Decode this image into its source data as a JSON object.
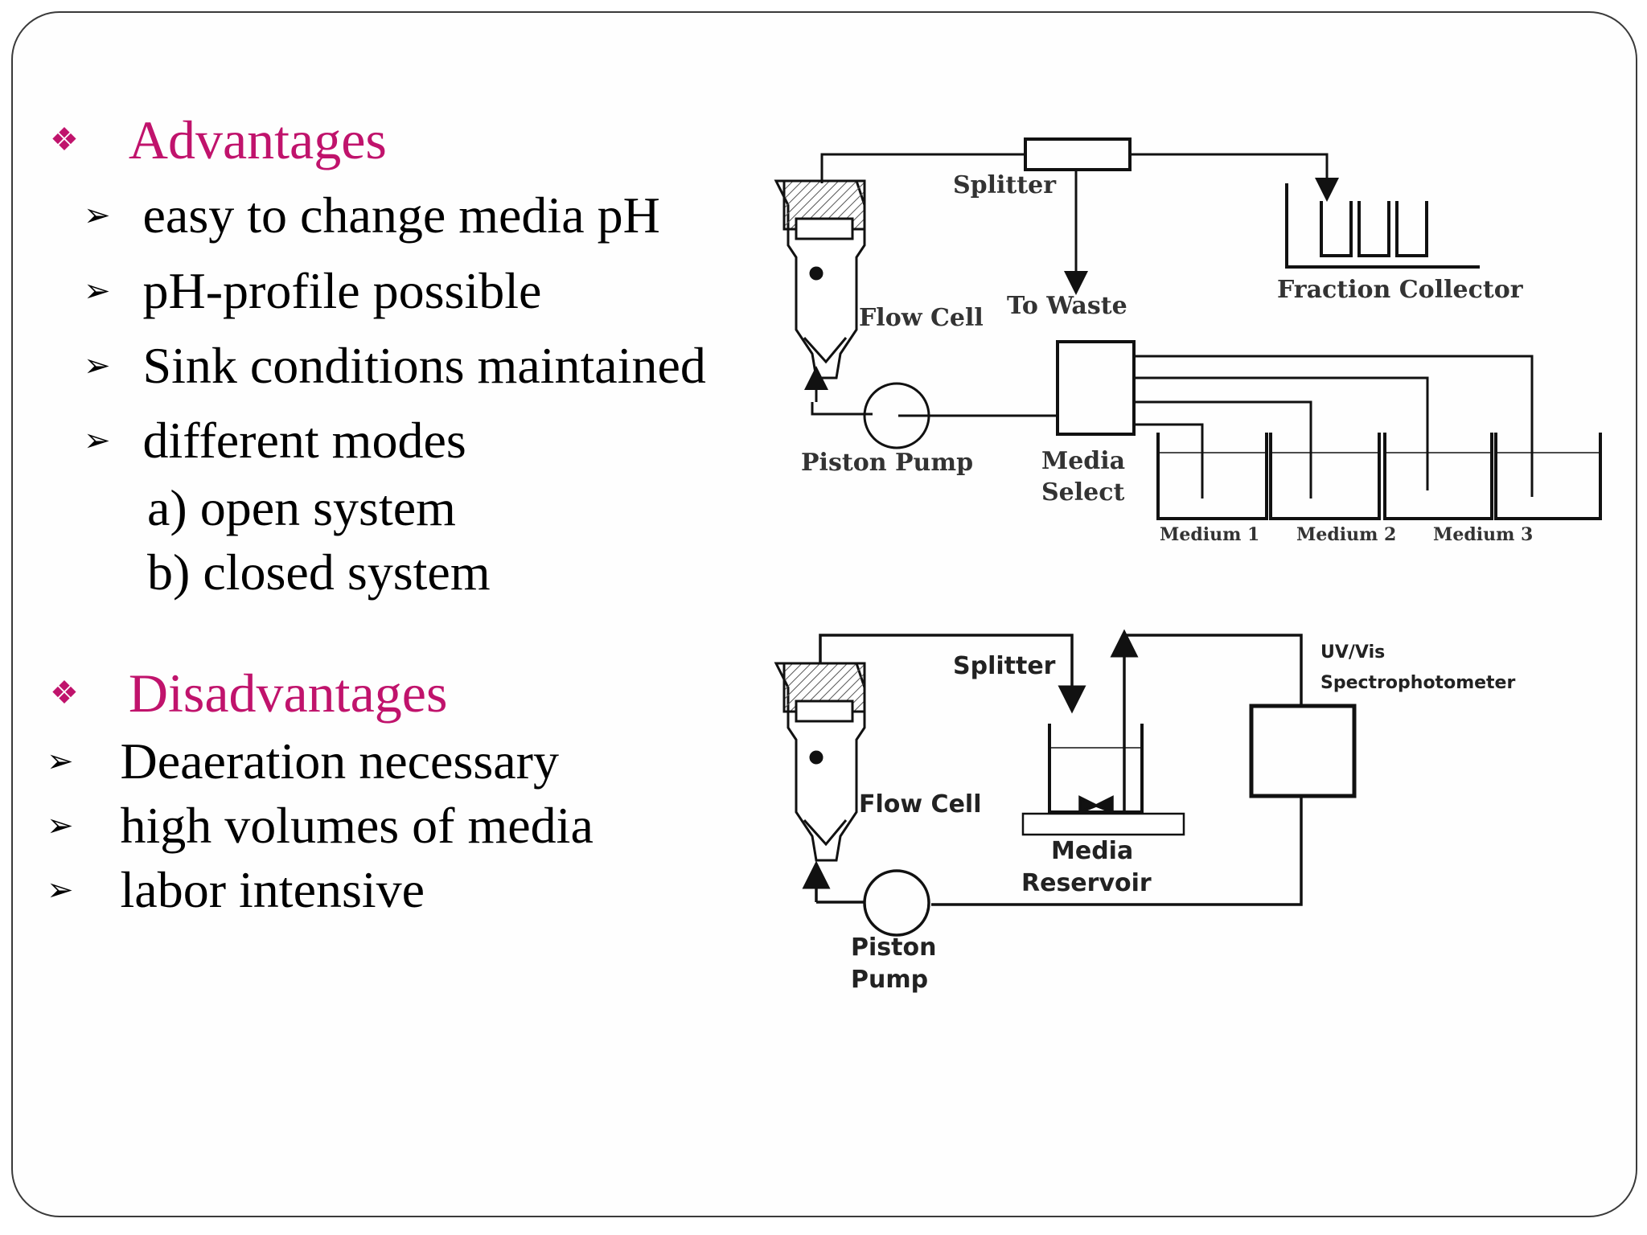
{
  "advantages": {
    "title": "Advantages",
    "items": [
      "easy to change media pH",
      "pH-profile possible",
      "Sink conditions maintained",
      "different modes"
    ],
    "modes": [
      "a) open system",
      "b) closed system"
    ]
  },
  "disadvantages": {
    "title": "Disadvantages",
    "items": [
      "Deaeration necessary",
      "high volumes of media",
      "labor intensive"
    ]
  },
  "diagram_open": {
    "splitter": "Splitter",
    "fraction_collector": "Fraction Collector",
    "flow_cell": "Flow Cell",
    "to_waste": "To Waste",
    "piston_pump": "Piston Pump",
    "media_select_1": "Media",
    "media_select_2": "Select",
    "medium_1": "Medium 1",
    "medium_2": "Medium 2",
    "medium_3": "Medium 3"
  },
  "diagram_closed": {
    "splitter": "Splitter",
    "uv_vis_1": "UV/Vis",
    "uv_vis_2": "Spectrophotometer",
    "flow_cell": "Flow Cell",
    "media_reservoir_1": "Media",
    "media_reservoir_2": "Reservoir",
    "piston_pump_1": "Piston",
    "piston_pump_2": "Pump"
  },
  "colors": {
    "heading": "#c0136c",
    "text": "#000000",
    "line": "#111111"
  },
  "icons": {
    "heading_bullet": "diamond-cluster-icon",
    "item_bullet": "arrowhead-icon"
  }
}
